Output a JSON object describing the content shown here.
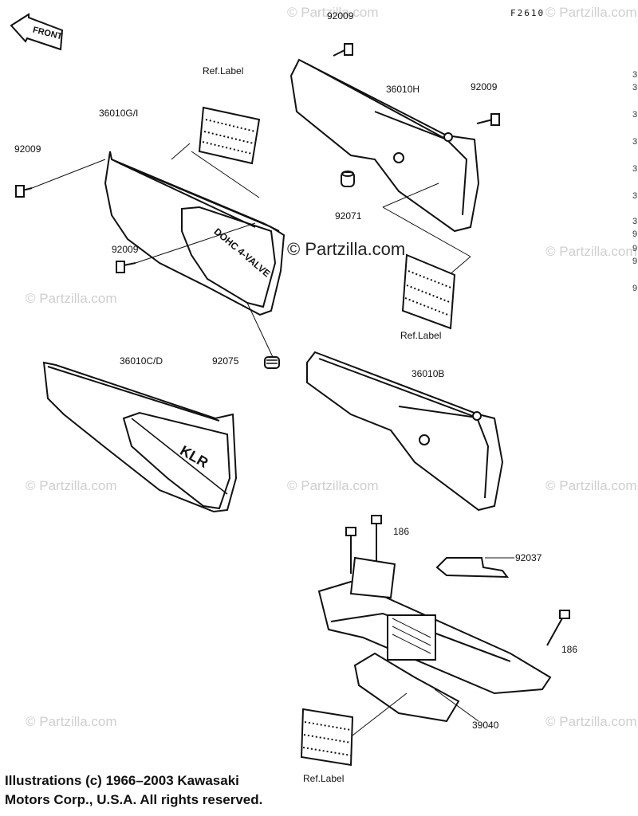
{
  "figure_id": "F2610",
  "front_label": "FRONT",
  "watermark": "© Partzilla.com",
  "watermark_main": "© Partzilla.com",
  "decal_text": {
    "klr": "KLR",
    "side_cover_decal": "DOHC 4-VALVE"
  },
  "part_labels": {
    "p92009_top": "92009",
    "p36010H": "36010H",
    "p92009_right": "92009",
    "p36010GI": "36010G/I",
    "ref_label_top": "Ref.Label",
    "p92009_left": "92009",
    "p92071": "92071",
    "p92009_mid": "92009",
    "ref_label_mid": "Ref.Label",
    "p92075": "92075",
    "p36010CD": "36010C/D",
    "p36010B": "36010B",
    "p186_top": "186",
    "p92037": "92037",
    "p186_right": "186",
    "p39040": "39040",
    "ref_label_bottom": "Ref.Label"
  },
  "right_edge_clipped": [
    "3",
    "3",
    "3",
    "3",
    "3",
    "3",
    "3",
    "9",
    "9",
    "9",
    "9"
  ],
  "copyright": {
    "line1": "Illustrations (c) 1966–2003 Kawasaki",
    "line2": "Motors Corp., U.S.A.  All rights reserved."
  }
}
